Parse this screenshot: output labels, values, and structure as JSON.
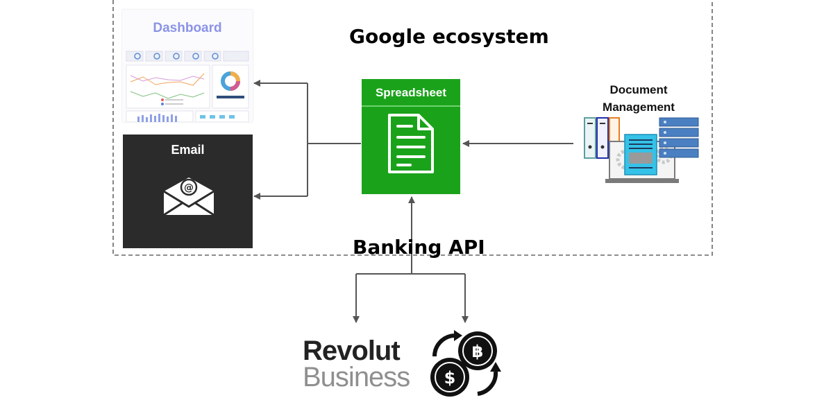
{
  "diagram": {
    "group_label": "Google ecosystem",
    "banking_label": "Banking API",
    "dashboard": {
      "title": "Dashboard"
    },
    "email": {
      "title": "Email"
    },
    "spreadsheet": {
      "title": "Spreadsheet"
    },
    "document_management": {
      "title_line1": "Document",
      "title_line2": "Management"
    },
    "revolut": {
      "line1": "Revolut",
      "line2": "Business"
    },
    "icons": [
      "email-envelope-icon",
      "spreadsheet-document-icon",
      "document-management-icon",
      "crypto-exchange-icon"
    ],
    "colors": {
      "spreadsheet": "#1aa31a",
      "email_bg": "#2b2b2b",
      "dashboard_title": "#8a93e6",
      "arrow": "#555555",
      "dash_border": "#666666"
    }
  }
}
